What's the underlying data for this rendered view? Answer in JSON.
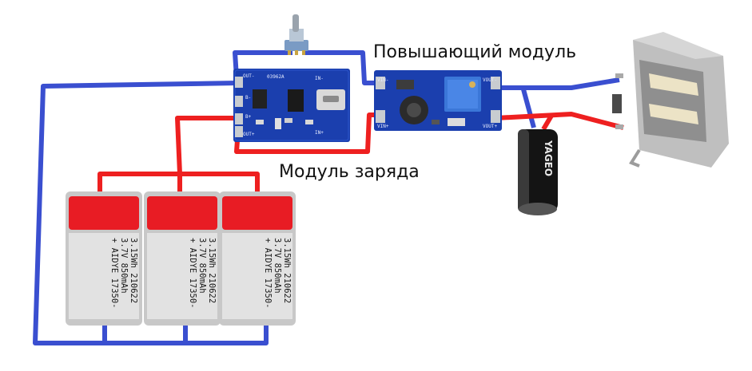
{
  "labels": {
    "boost_module": "Повышающий модуль",
    "charge_module": "Модуль заряда"
  },
  "charger_board": {
    "silk": [
      "OUT-",
      "B-",
      "B+",
      "OUT+",
      "IN-",
      "IN+",
      "03962A"
    ]
  },
  "boost_board": {
    "silk": [
      "VIN-",
      "VIN+",
      "VOUT-",
      "VOUT+"
    ]
  },
  "capacitor": {
    "text": "YAGEO"
  },
  "batteries": [
    {
      "lines": [
        "+ AIDYE 17350-",
        "3.7V 850mAh",
        "3.15Wh 210622"
      ]
    },
    {
      "lines": [
        "+ AIDYE 17350-",
        "3.7V 850mAh",
        "3.15Wh 210622"
      ]
    },
    {
      "lines": [
        "+ AIDYE 17350-",
        "3.7V 850mAh",
        "3.15Wh 210622"
      ]
    }
  ],
  "colors": {
    "positive_wire": "#ee2020",
    "negative_wire": "#3a4fd0",
    "board": "#1b3fae",
    "battery_cap": "#e81c24",
    "battery_body": "#c8c8c8"
  }
}
